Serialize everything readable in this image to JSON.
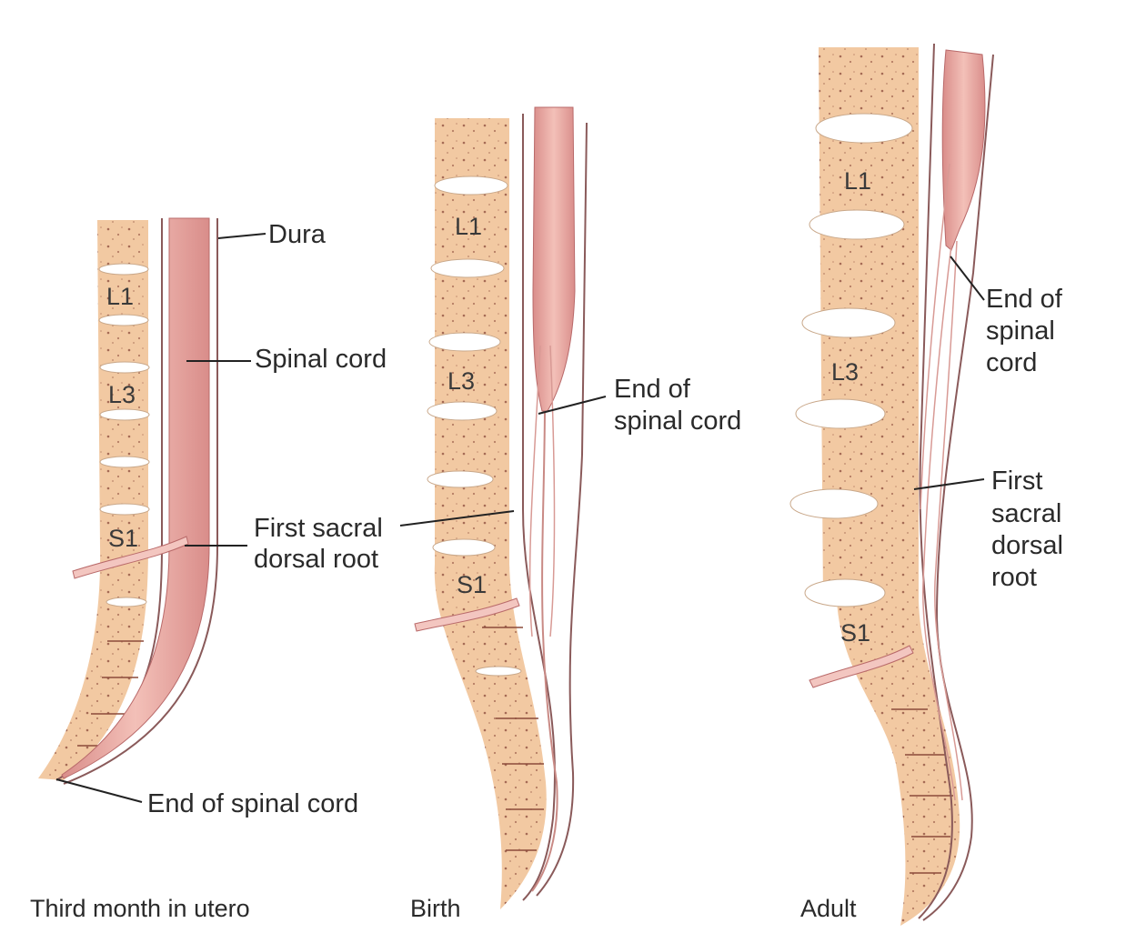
{
  "colors": {
    "bone": "#f2c9a2",
    "bone_speckle": "#8b4a3a",
    "disc": "#ffffff",
    "cord": "#eaa9a3",
    "cord_edge": "#b96a6a",
    "dura_line": "#9a6a6a",
    "text": "#2a2a2a"
  },
  "panels": [
    {
      "caption": "Third month in utero",
      "vertebra_labels": [
        "L1",
        "L3",
        "S1"
      ],
      "labels": {
        "dura": "Dura",
        "spinal_cord": "Spinal cord",
        "first_sacral": [
          "First sacral",
          "dorsal root"
        ],
        "end_of_cord": "End of spinal cord"
      }
    },
    {
      "caption": "Birth",
      "vertebra_labels": [
        "L1",
        "L3",
        "S1"
      ],
      "labels": {
        "end_of_cord": [
          "End of",
          "spinal cord"
        ]
      }
    },
    {
      "caption": "Adult",
      "vertebra_labels": [
        "L1",
        "L3",
        "S1"
      ],
      "labels": {
        "end_of_cord": [
          "End of",
          "spinal",
          "cord"
        ],
        "first_sacral": [
          "First",
          "sacral",
          "dorsal",
          "root"
        ]
      }
    }
  ]
}
